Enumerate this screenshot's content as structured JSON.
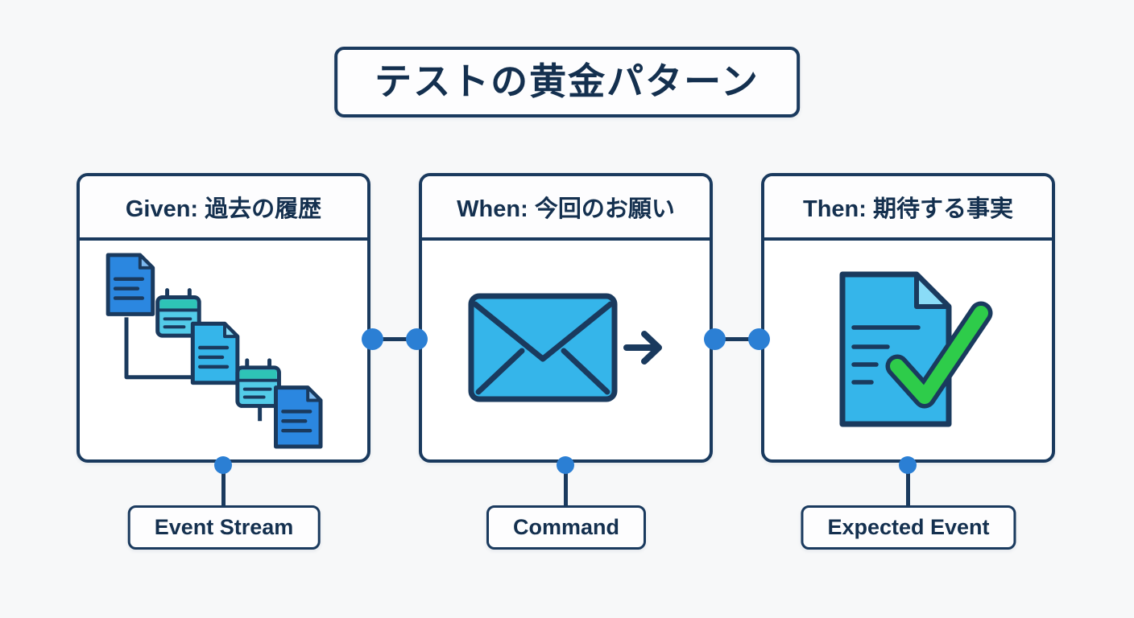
{
  "title": "テストの黄金パターン",
  "panels": [
    {
      "header": "Given: 過去の履歴",
      "label": "Event Stream",
      "icon": "event-stream-icon"
    },
    {
      "header": "When: 今回のお願い",
      "label": "Command",
      "icon": "command-envelope-icon"
    },
    {
      "header": "Then: 期待する事実",
      "label": "Expected Event",
      "icon": "document-checkmark-icon"
    }
  ],
  "colors": {
    "navy": "#1a3a5e",
    "connector_dot_blue": "#2b7fd4",
    "document_blue": "#2b87e0",
    "cyan": "#35b5ea",
    "teal": "#2ec4b6",
    "check_green": "#2ecc4a",
    "background": "#f7f8f9"
  }
}
